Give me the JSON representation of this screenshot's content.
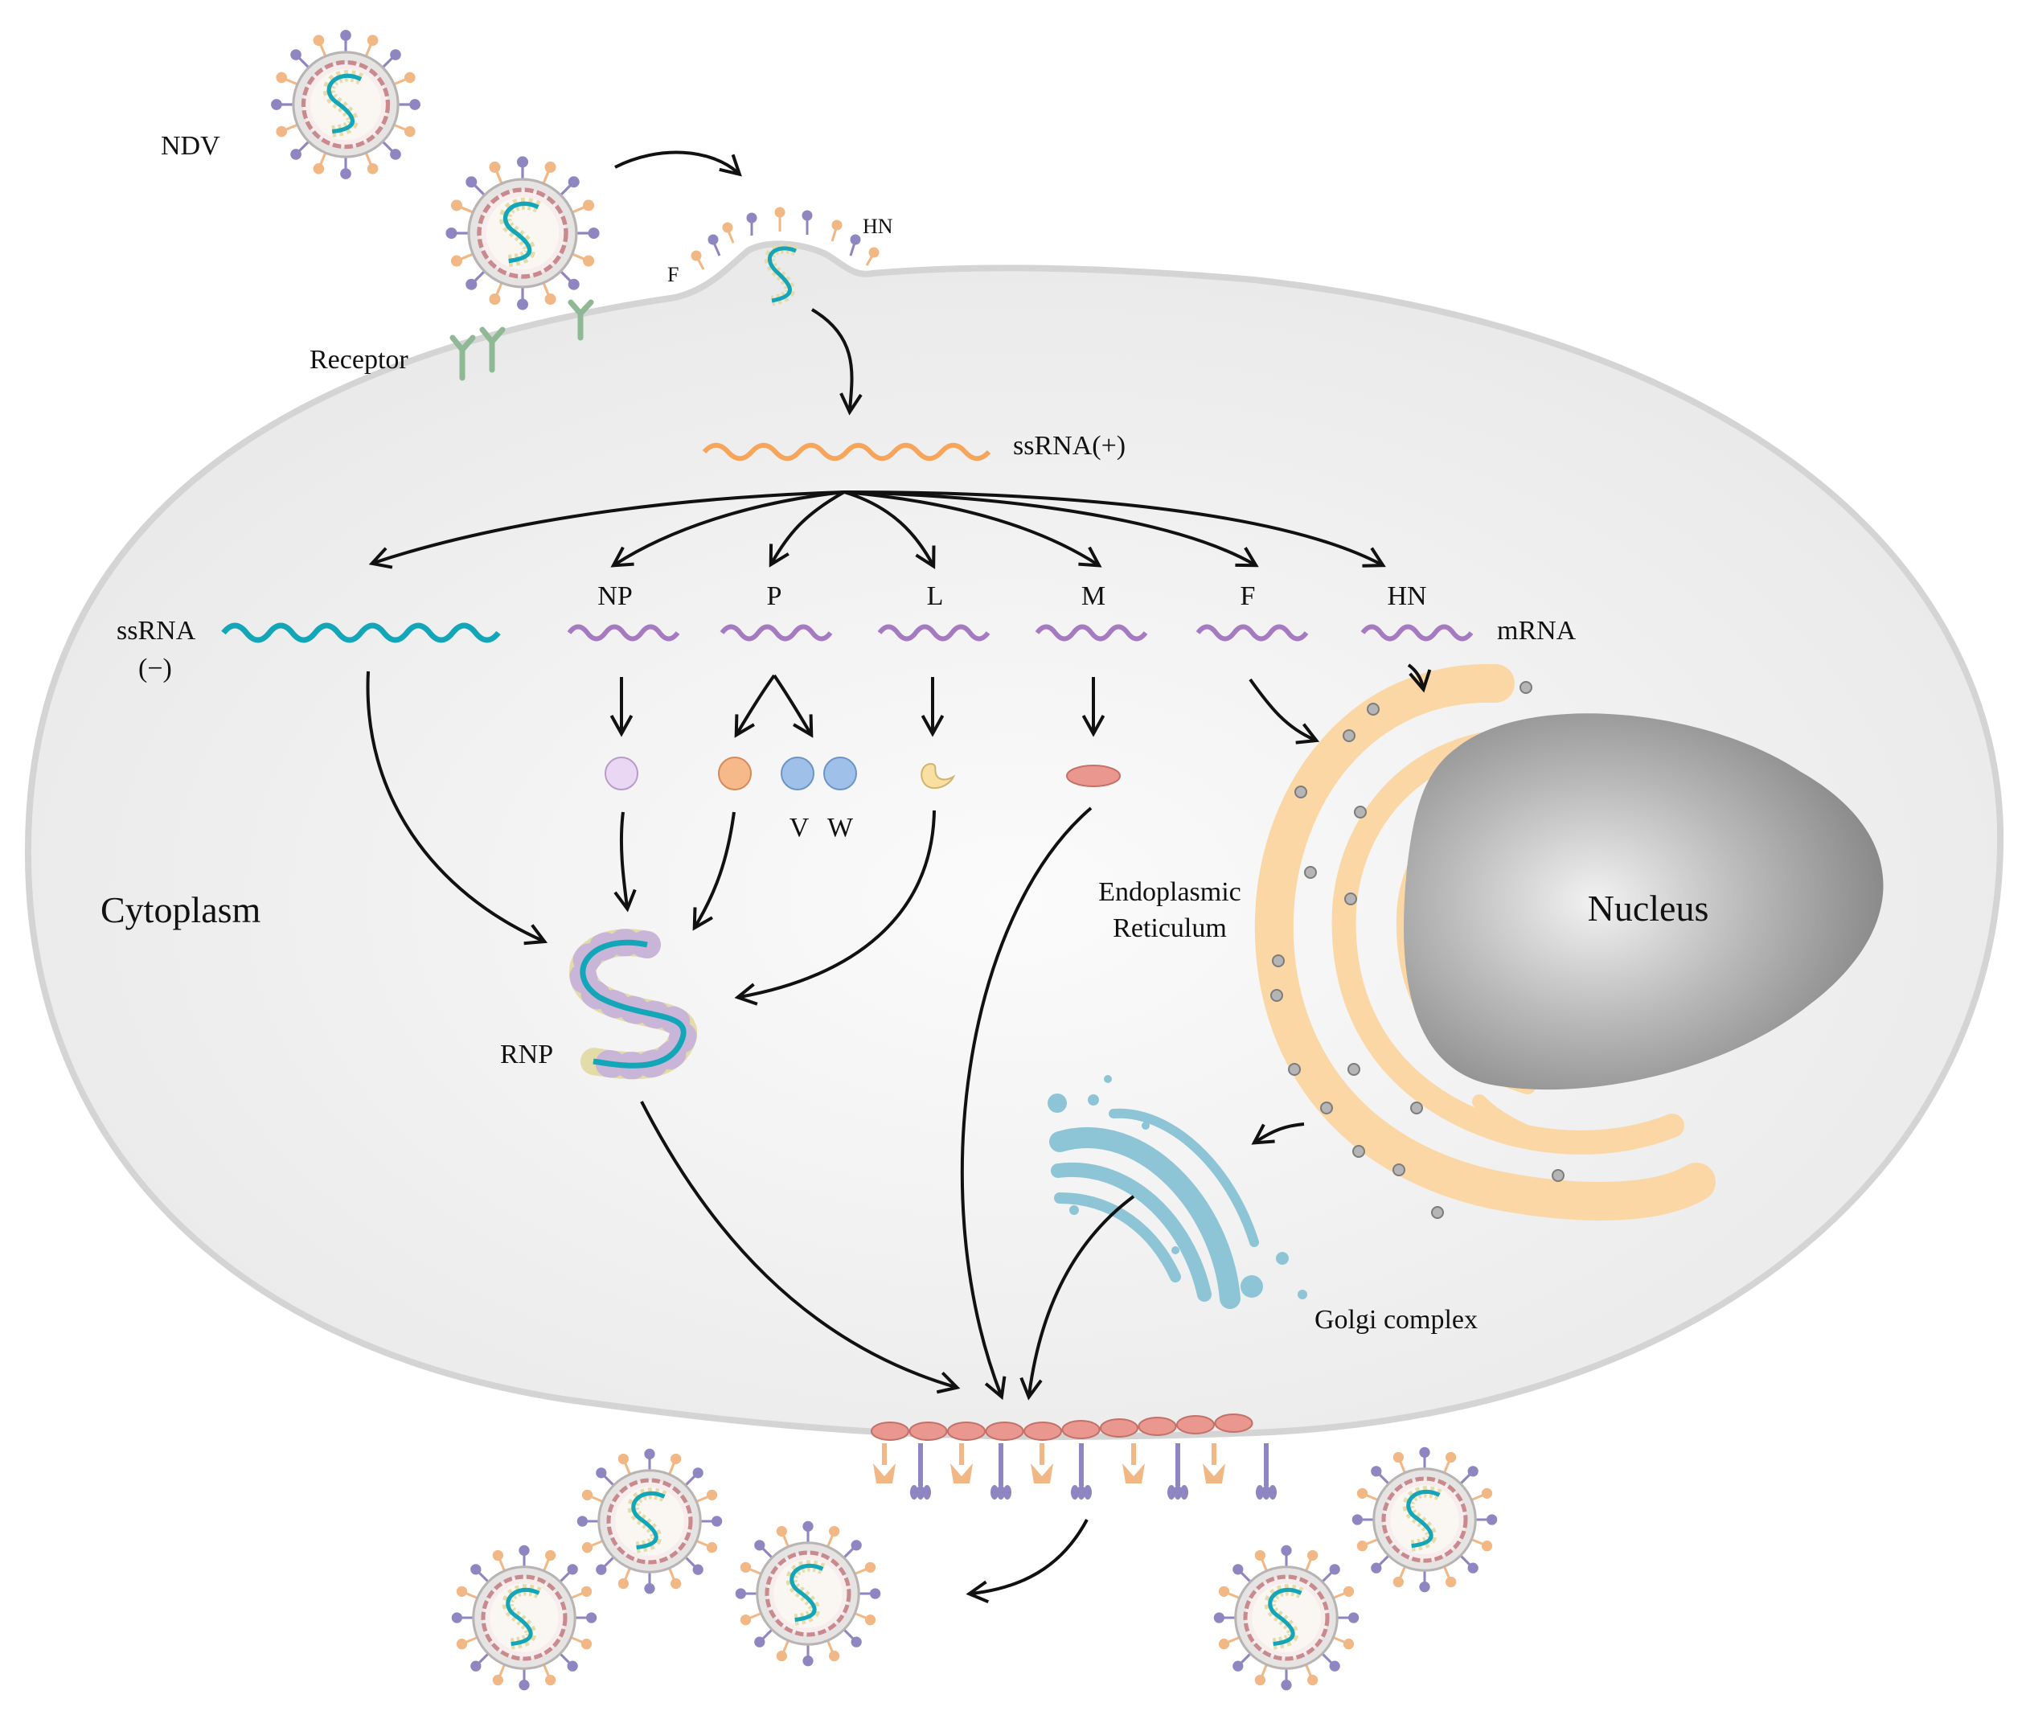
{
  "labels": {
    "ndv": "NDV",
    "receptor": "Receptor",
    "f_spike": "F",
    "hn_spike": "HN",
    "ssrna_plus": "ssRNA(+)",
    "ssrna_minus_a": "ssRNA",
    "ssrna_minus_b": "(−)",
    "mrna": "mRNA",
    "cytoplasm": "Cytoplasm",
    "er_line1": "Endoplasmic",
    "er_line2": "Reticulum",
    "nucleus": "Nucleus",
    "golgi": "Golgi complex",
    "rnp": "RNP",
    "v": "V",
    "w": "W"
  },
  "genes": [
    "NP",
    "P",
    "L",
    "M",
    "F",
    "HN"
  ],
  "colors": {
    "cell_fill": "#efefef",
    "cell_stroke": "#d6d6d6",
    "positive_strand": "#f6a55a",
    "negative_strand": "#13a6b8",
    "mrna": "#a57ac0",
    "er": "#fbd7a6",
    "nucleus": "#8c8c8c",
    "golgi": "#8ec5d6",
    "receptor": "#8fb894",
    "np_protein": "#ead7f3",
    "p_protein": "#f6b98a",
    "vw_protein": "#9fc0e8",
    "l_protein": "#f7e0a0",
    "m_protein": "#e9978f",
    "hn_spike": "#8e86c1",
    "f_spike": "#f1b885"
  }
}
